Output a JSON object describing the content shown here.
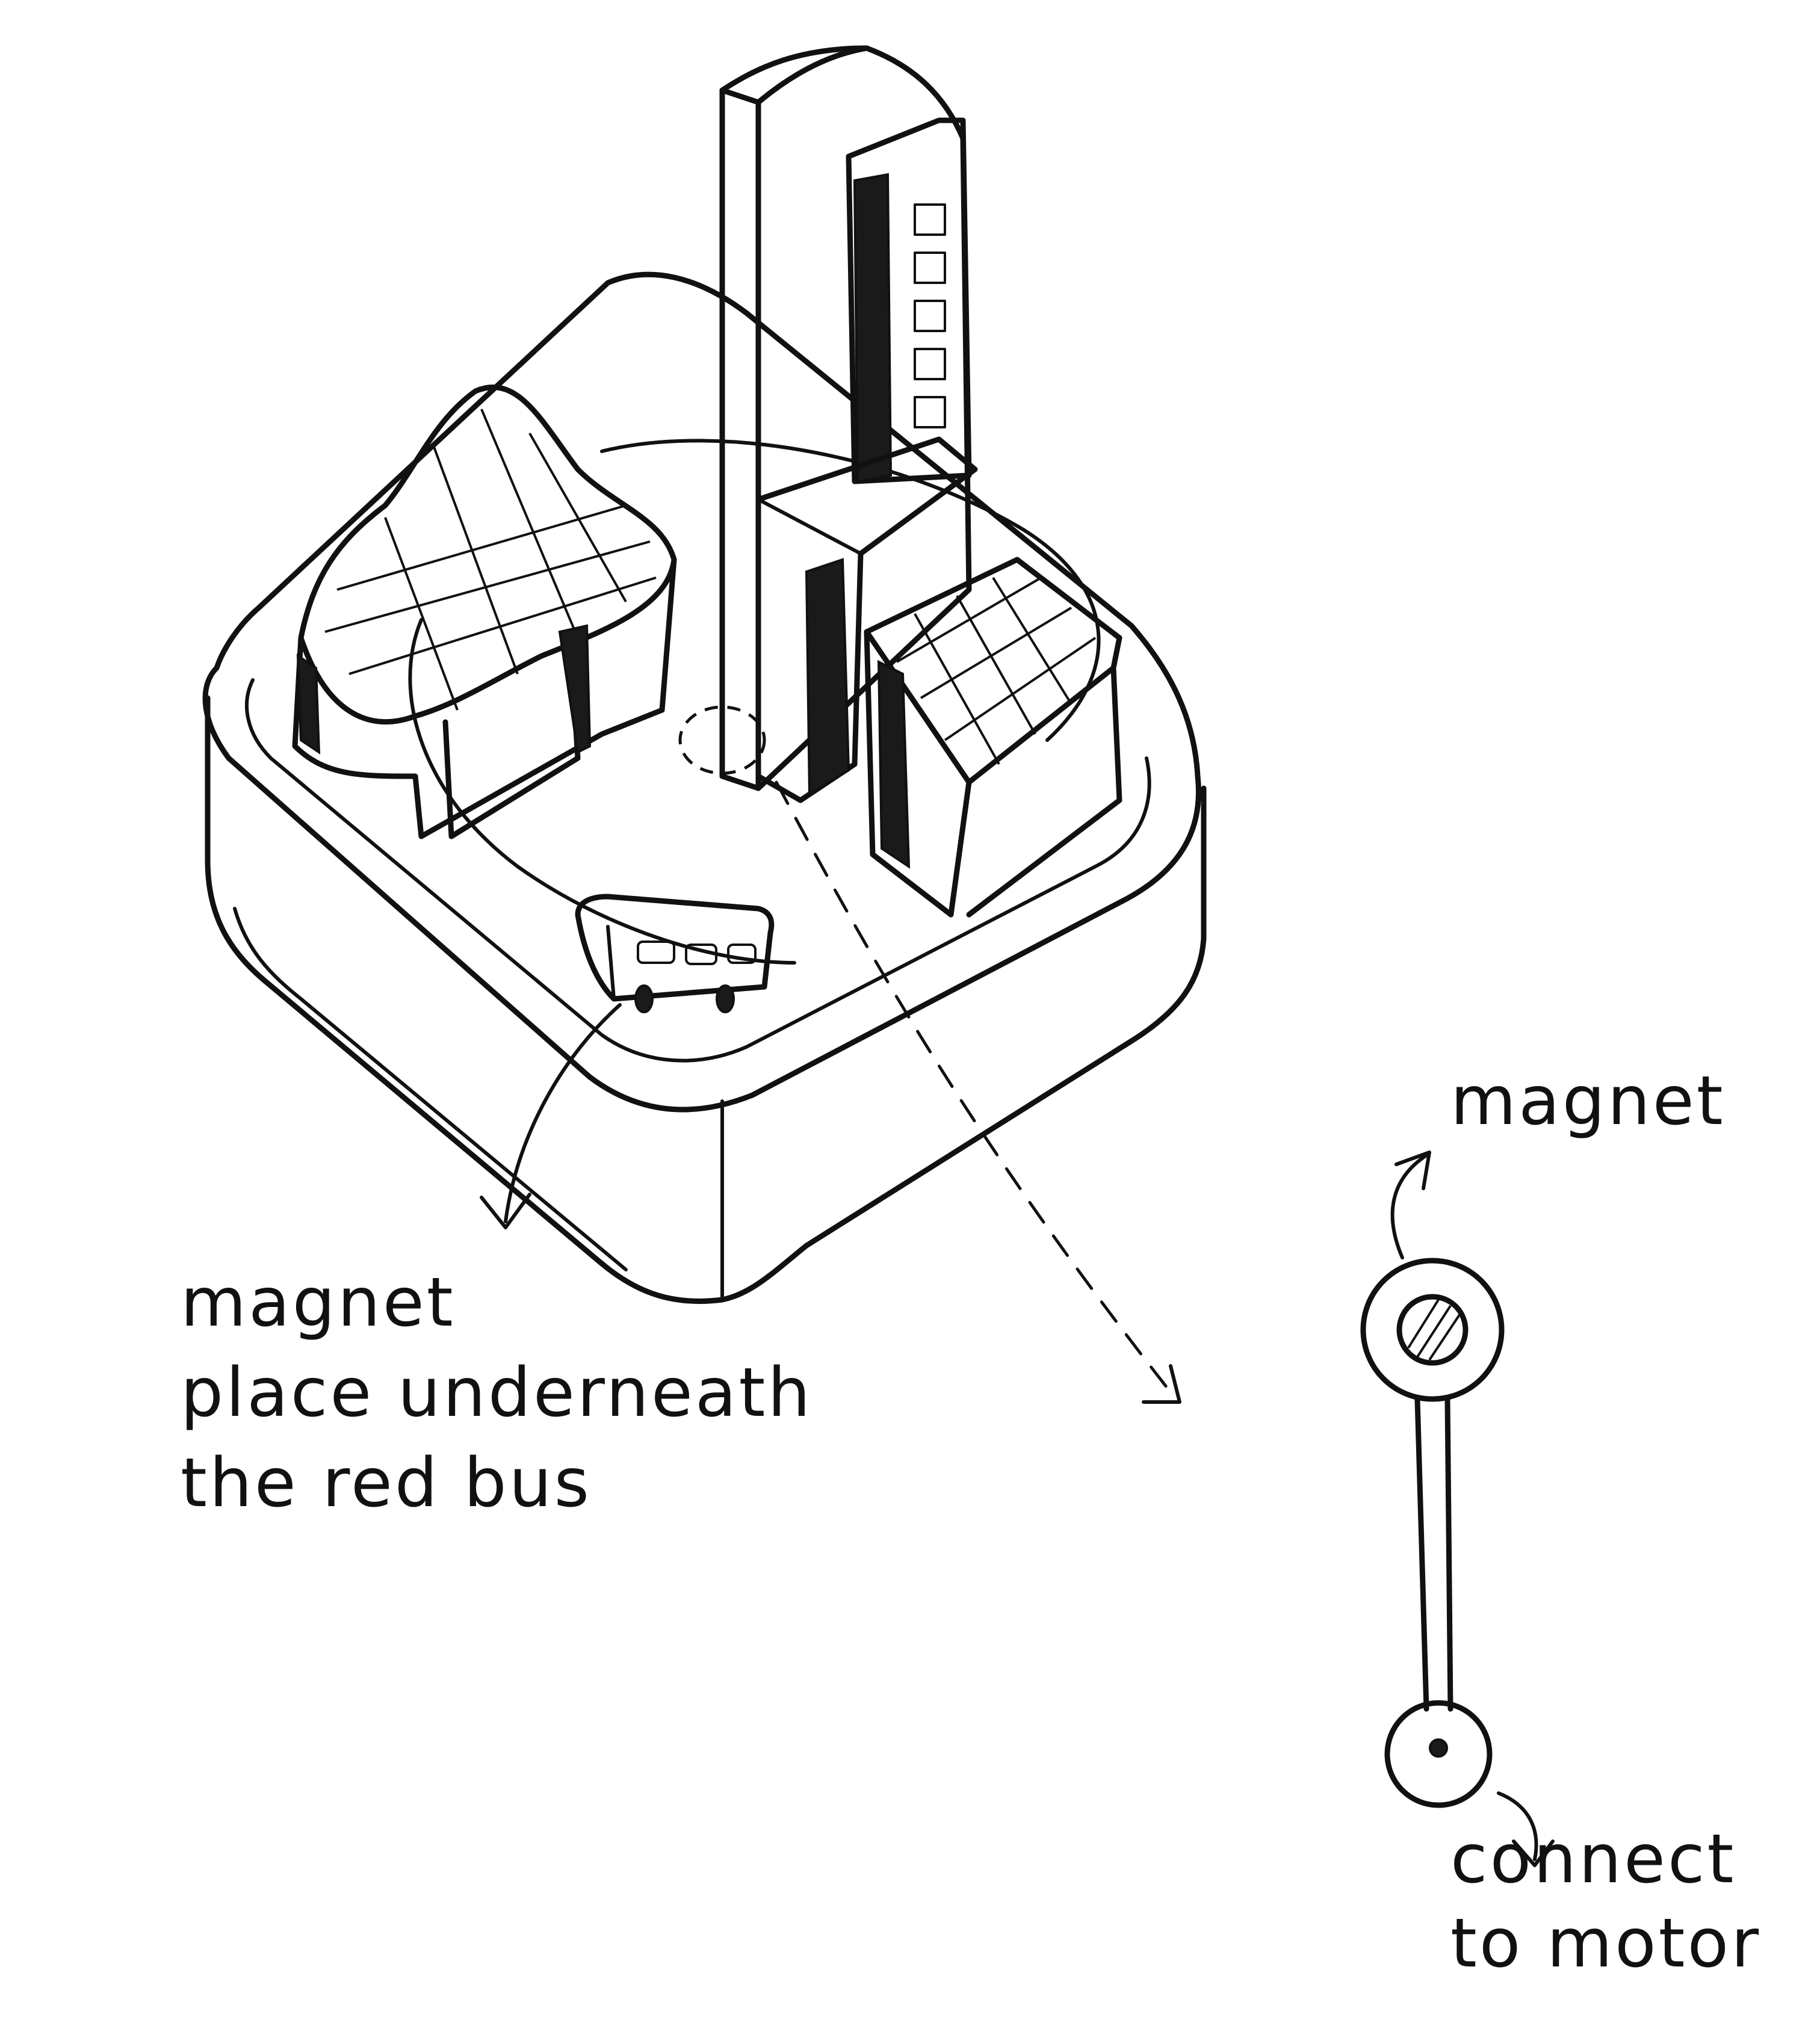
{
  "annotations": {
    "bus_magnet": {
      "lines": [
        "magnet",
        "place underneath",
        "the red bus"
      ]
    },
    "arm_magnet": {
      "label": "magnet"
    },
    "motor": {
      "lines": [
        "connect",
        "to motor"
      ]
    }
  },
  "colors": {
    "ink": "#111111",
    "paper": "#ffffff"
  }
}
